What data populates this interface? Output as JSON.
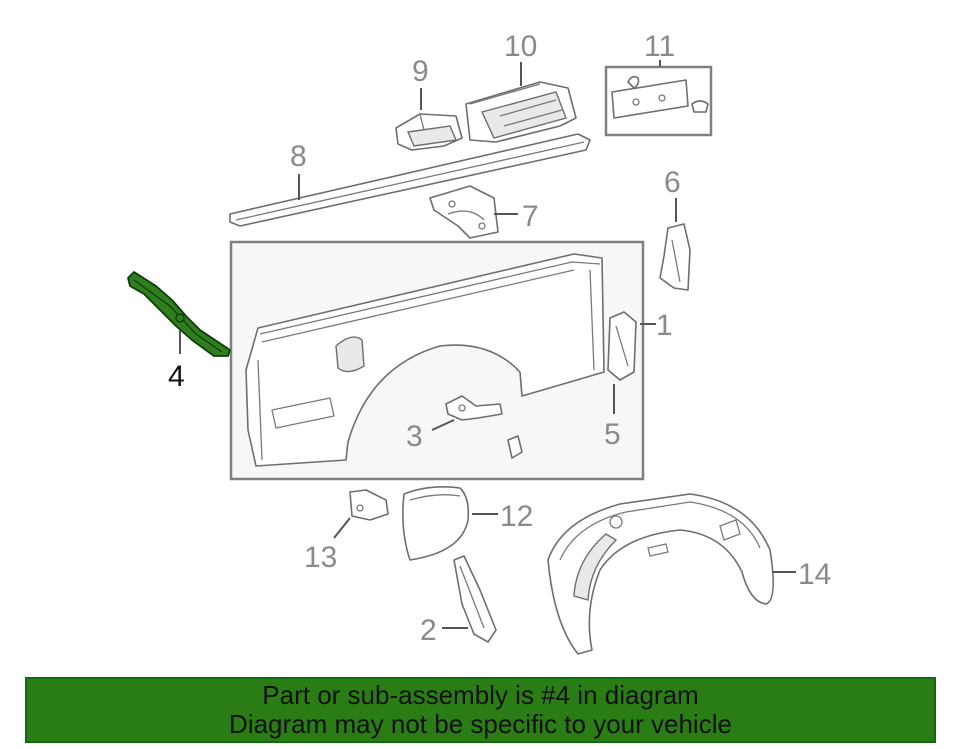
{
  "diagram": {
    "callouts": {
      "c1": "1",
      "c2": "2",
      "c3": "3",
      "c4": "4",
      "c5": "5",
      "c6": "6",
      "c7": "7",
      "c8": "8",
      "c9": "9",
      "c10": "10",
      "c11": "11",
      "c12": "12",
      "c13": "13",
      "c14": "14"
    },
    "highlighted_part": "4"
  },
  "banner": {
    "line1": "Part or sub-assembly is #4 in diagram",
    "line2": "Diagram may not be specific to your vehicle"
  },
  "colors": {
    "banner_background": "#2a7d14",
    "highlight_part": "#2f7d1e",
    "callout_text": "#8a8a8a",
    "line_art": "#6e6e6e"
  }
}
